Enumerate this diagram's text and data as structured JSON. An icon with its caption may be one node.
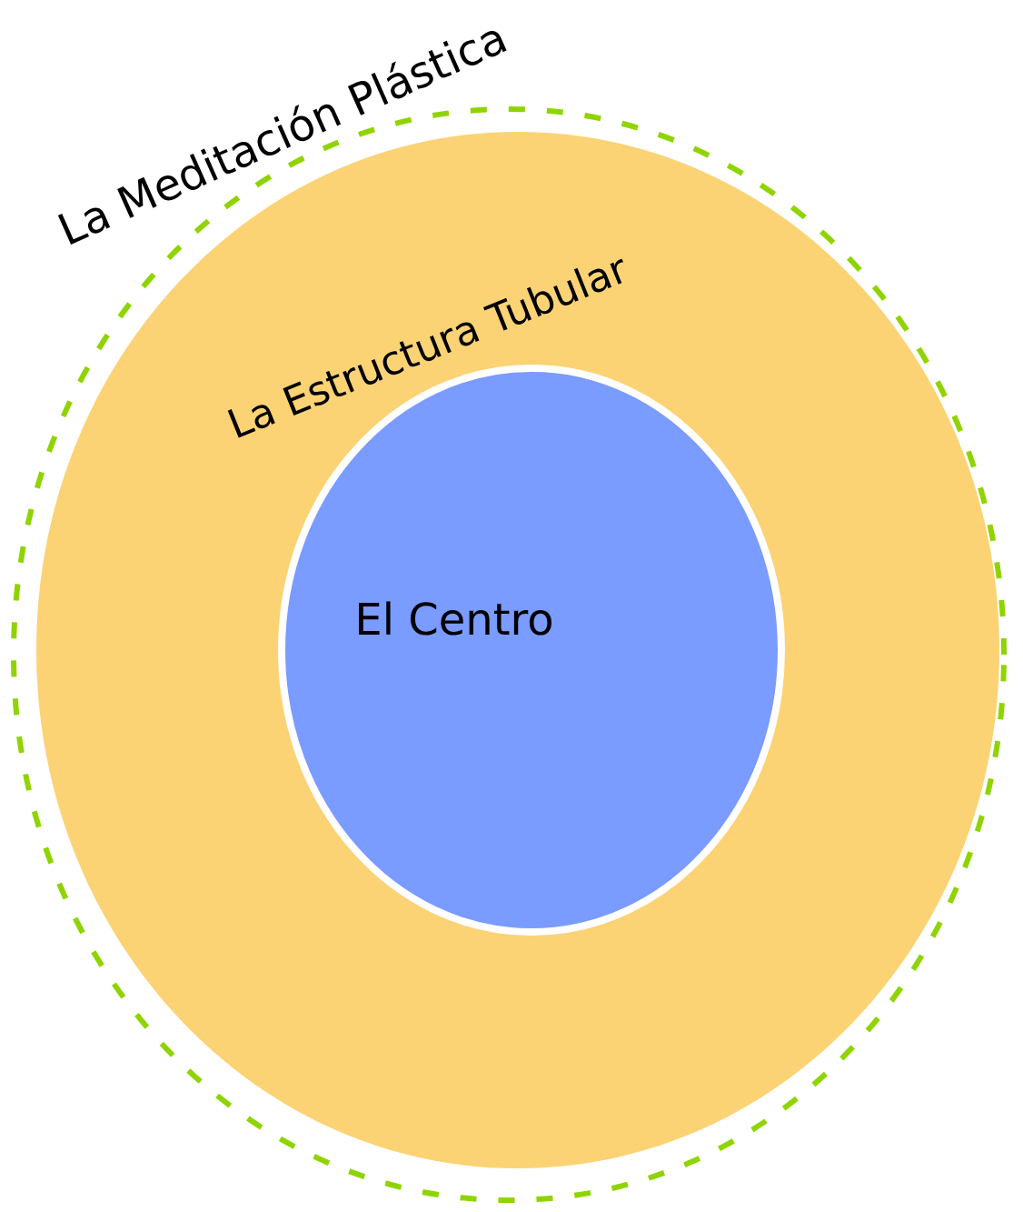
{
  "diagram": {
    "nodes": [
      {
        "text": [
          "La Meditación Plástica"
        ]
      },
      {
        "text": [
          "La Estructura Tubular"
        ],
        "in": 0
      },
      {
        "text": [
          "El Centro"
        ],
        "in": 1
      }
    ]
  }
}
